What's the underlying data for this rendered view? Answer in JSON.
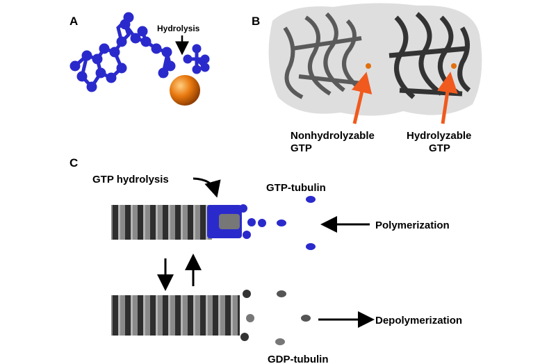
{
  "panels": {
    "a": {
      "label": "A",
      "hydrolysis": "Hydrolysis"
    },
    "b": {
      "label": "B",
      "left_line1": "Nonhydrolyzable",
      "left_line2": "GTP",
      "right_line1": "Hydrolyzable",
      "right_line2": "GTP"
    },
    "c": {
      "label": "C",
      "gtp_hydrolysis": "GTP hydrolysis",
      "gtp_tubulin": "GTP-tubulin",
      "polymerization": "Polymerization",
      "depolymerization": "Depolymerization",
      "gdp_tubulin": "GDP-tubulin"
    }
  },
  "colors": {
    "gtp": "#2a2acc",
    "phosphate_ion": "#e07010",
    "arrow_orange": "#f05a1e",
    "protein": "#555555"
  }
}
